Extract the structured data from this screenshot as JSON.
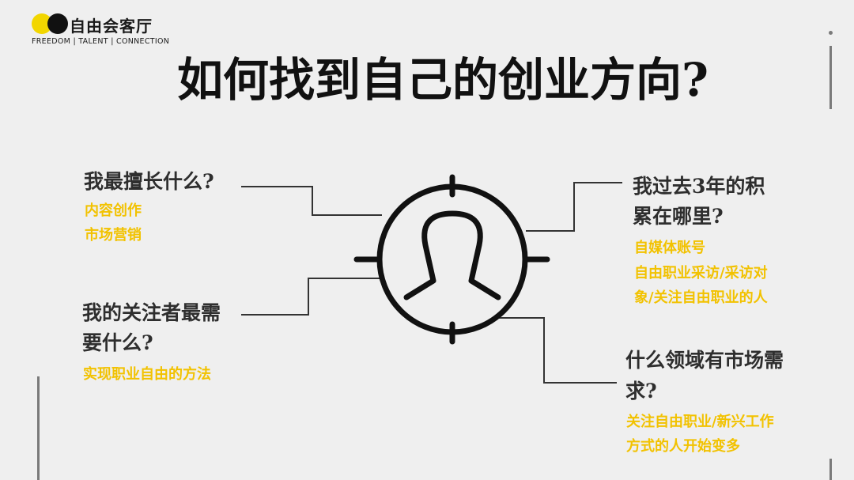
{
  "logo": {
    "name": "自由会客厅",
    "tagline": "FREEDOM | TALENT | CONNECTION",
    "colors": {
      "yellow": "#f2d600",
      "black": "#111111"
    }
  },
  "title": "如何找到自己的创业方向?",
  "center_icon": "person-target-icon",
  "quadrants": {
    "top_left": {
      "question": "我最擅长什么?",
      "answers": [
        "内容创作",
        "市场营销"
      ]
    },
    "bottom_left": {
      "question_lines": [
        "我的关注者最需",
        "要什么?"
      ],
      "answers": [
        "实现职业自由的方法"
      ]
    },
    "top_right": {
      "question_lines": [
        "我过去3年的积",
        "累在哪里?"
      ],
      "answers": [
        "自媒体账号",
        "自由职业采访/采访对",
        "象/关注自由职业的人"
      ]
    },
    "bottom_right": {
      "question_lines": [
        "什么领域有市场需",
        "求?"
      ],
      "answers": [
        "关注自由职业/新兴工作",
        "方式的人开始变多"
      ]
    }
  },
  "colors": {
    "accent": "#f2c200",
    "text": "#2e2e2e",
    "background": "#efefef"
  }
}
